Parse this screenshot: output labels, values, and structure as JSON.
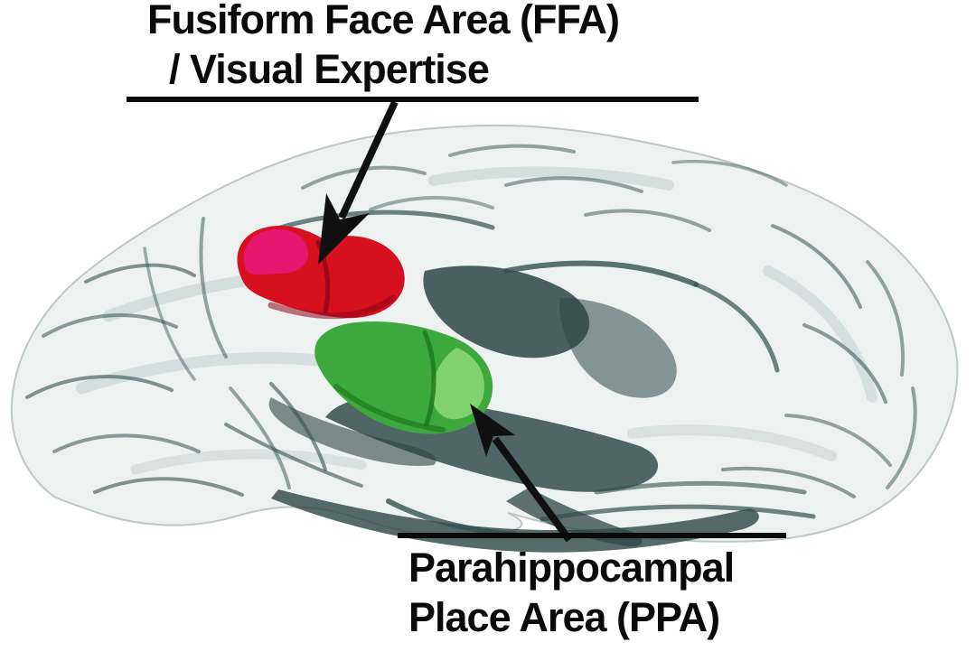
{
  "labels": {
    "ffa": {
      "line1": "Fusiform Face Area (FFA)",
      "line2": "/ Visual Expertise"
    },
    "ppa": {
      "line1": "Parahippocampal",
      "line2": "Place Area (PPA)"
    }
  },
  "colors": {
    "background": "#ffffff",
    "text": "#0a0a0a",
    "arrow": "#101010",
    "brain_surface": "#edf2f1",
    "brain_outline": "#8ea09f",
    "sulcus": "#33504f",
    "ffa_region": "#d6101f",
    "ffa_highlight": "#e7156d",
    "ffa_shadow": "#8f0618",
    "ppa_region": "#3da83b",
    "ppa_highlight": "#7fd36f",
    "ppa_shadow": "#156e15"
  }
}
